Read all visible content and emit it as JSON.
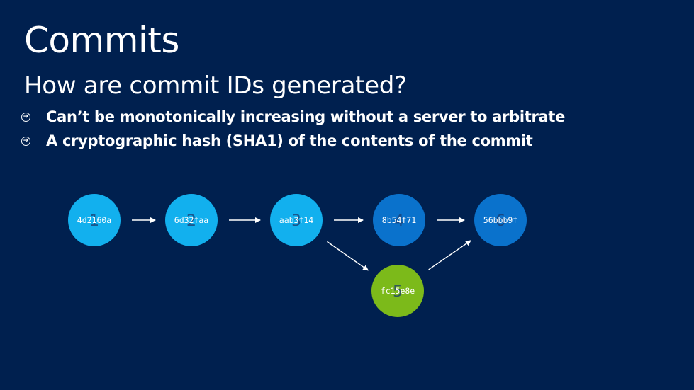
{
  "slide": {
    "title": "Commits",
    "subtitle": "How are commit IDs generated?",
    "bullets": [
      {
        "icon": "arrow-circle-icon",
        "text": "Can’t be monotonically increasing without a server to arbitrate"
      },
      {
        "icon": "arrow-circle-icon",
        "text": "A cryptographic hash (SHA1) of the contents of the commit"
      }
    ]
  },
  "colors": {
    "background": "#00204f",
    "commit_light": "#12b0ee",
    "commit_dark": "#0a72cc",
    "commit_green": "#7cba1a",
    "arrow": "#ffffff"
  },
  "commits": [
    {
      "number": "1",
      "hash": "4d2160a",
      "color": "#12b0ee"
    },
    {
      "number": "2",
      "hash": "6d32faa",
      "color": "#12b0ee"
    },
    {
      "number": "3",
      "hash": "aab3f14",
      "color": "#12b0ee"
    },
    {
      "number": "4",
      "hash": "8b54f71",
      "color": "#0a72cc"
    },
    {
      "number": "5",
      "hash": "fc15e8e",
      "color": "#7cba1a"
    },
    {
      "number": "6",
      "hash": "56bbb9f",
      "color": "#0a72cc"
    }
  ],
  "edges": [
    {
      "from": 0,
      "to": 1
    },
    {
      "from": 1,
      "to": 2
    },
    {
      "from": 2,
      "to": 3
    },
    {
      "from": 3,
      "to": 5
    },
    {
      "from": 2,
      "to": 4
    },
    {
      "from": 4,
      "to": 5
    }
  ]
}
